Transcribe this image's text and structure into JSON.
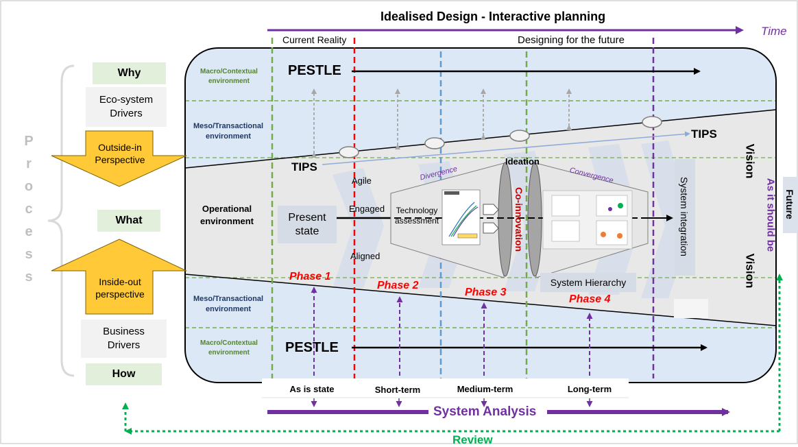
{
  "title": "Idealised Design - Interactive planning",
  "time_label": "Time",
  "top": {
    "current_reality": "Current Reality",
    "designing_future": "Designing for the future"
  },
  "left": {
    "why": "Why",
    "eco_drivers": [
      "Eco-system",
      "Drivers"
    ],
    "outside_in": [
      "Outside-in",
      "Perspective"
    ],
    "process_letters": [
      "P",
      "r",
      "o",
      "c",
      "e",
      "s",
      "s"
    ],
    "what": "What",
    "inside_out": [
      "Inside-out",
      "perspective"
    ],
    "business_drivers": [
      "Business",
      "Drivers"
    ],
    "how": "How"
  },
  "bands": {
    "macro_top": [
      "Macro/Contextual",
      "environment"
    ],
    "meso_top": [
      "Meso/Transactional",
      "environment"
    ],
    "operational": [
      "Operational",
      "environment"
    ],
    "meso_bottom": [
      "Meso/Transactional",
      "environment"
    ],
    "macro_bottom": [
      "Macro/Contextual",
      "environment"
    ]
  },
  "pestle": "PESTLE",
  "tips": "TIPS",
  "center": {
    "present_state": [
      "Present",
      "state"
    ],
    "agile": "Agile",
    "engaged": "Engaged",
    "aligned": "Aligned",
    "technology_assessment": [
      "Technology",
      "assessment"
    ],
    "divergence": "Divergence",
    "ideation": "Ideation",
    "co_innovation": "Co-innovation",
    "convergence": "Convergence",
    "system_hierarchy": "System Hierarchy",
    "system_integration": "System integration"
  },
  "phases": [
    "Phase 1",
    "Phase 2",
    "Phase 3",
    "Phase 4"
  ],
  "right": {
    "vision": "Vision",
    "future": "Future",
    "as_it_should_be": "As it should be"
  },
  "terms": [
    "As is state",
    "Short-term",
    "Medium-term",
    "Long-term"
  ],
  "system_analysis": "System Analysis",
  "review": "Review",
  "colors": {
    "purple": "#7030a0",
    "green": "#70ad47",
    "green_dotted": "#00b050",
    "red": "#ff0000",
    "blue_dashed": "#5b9bd5",
    "band_blue": "#dce8f5",
    "band_grey": "#eaeaea",
    "arrow_yellow": "#ffc937",
    "label_green_bg": "#e2efda",
    "env_blue_text": "#1f3864",
    "env_green_text": "#548235"
  }
}
